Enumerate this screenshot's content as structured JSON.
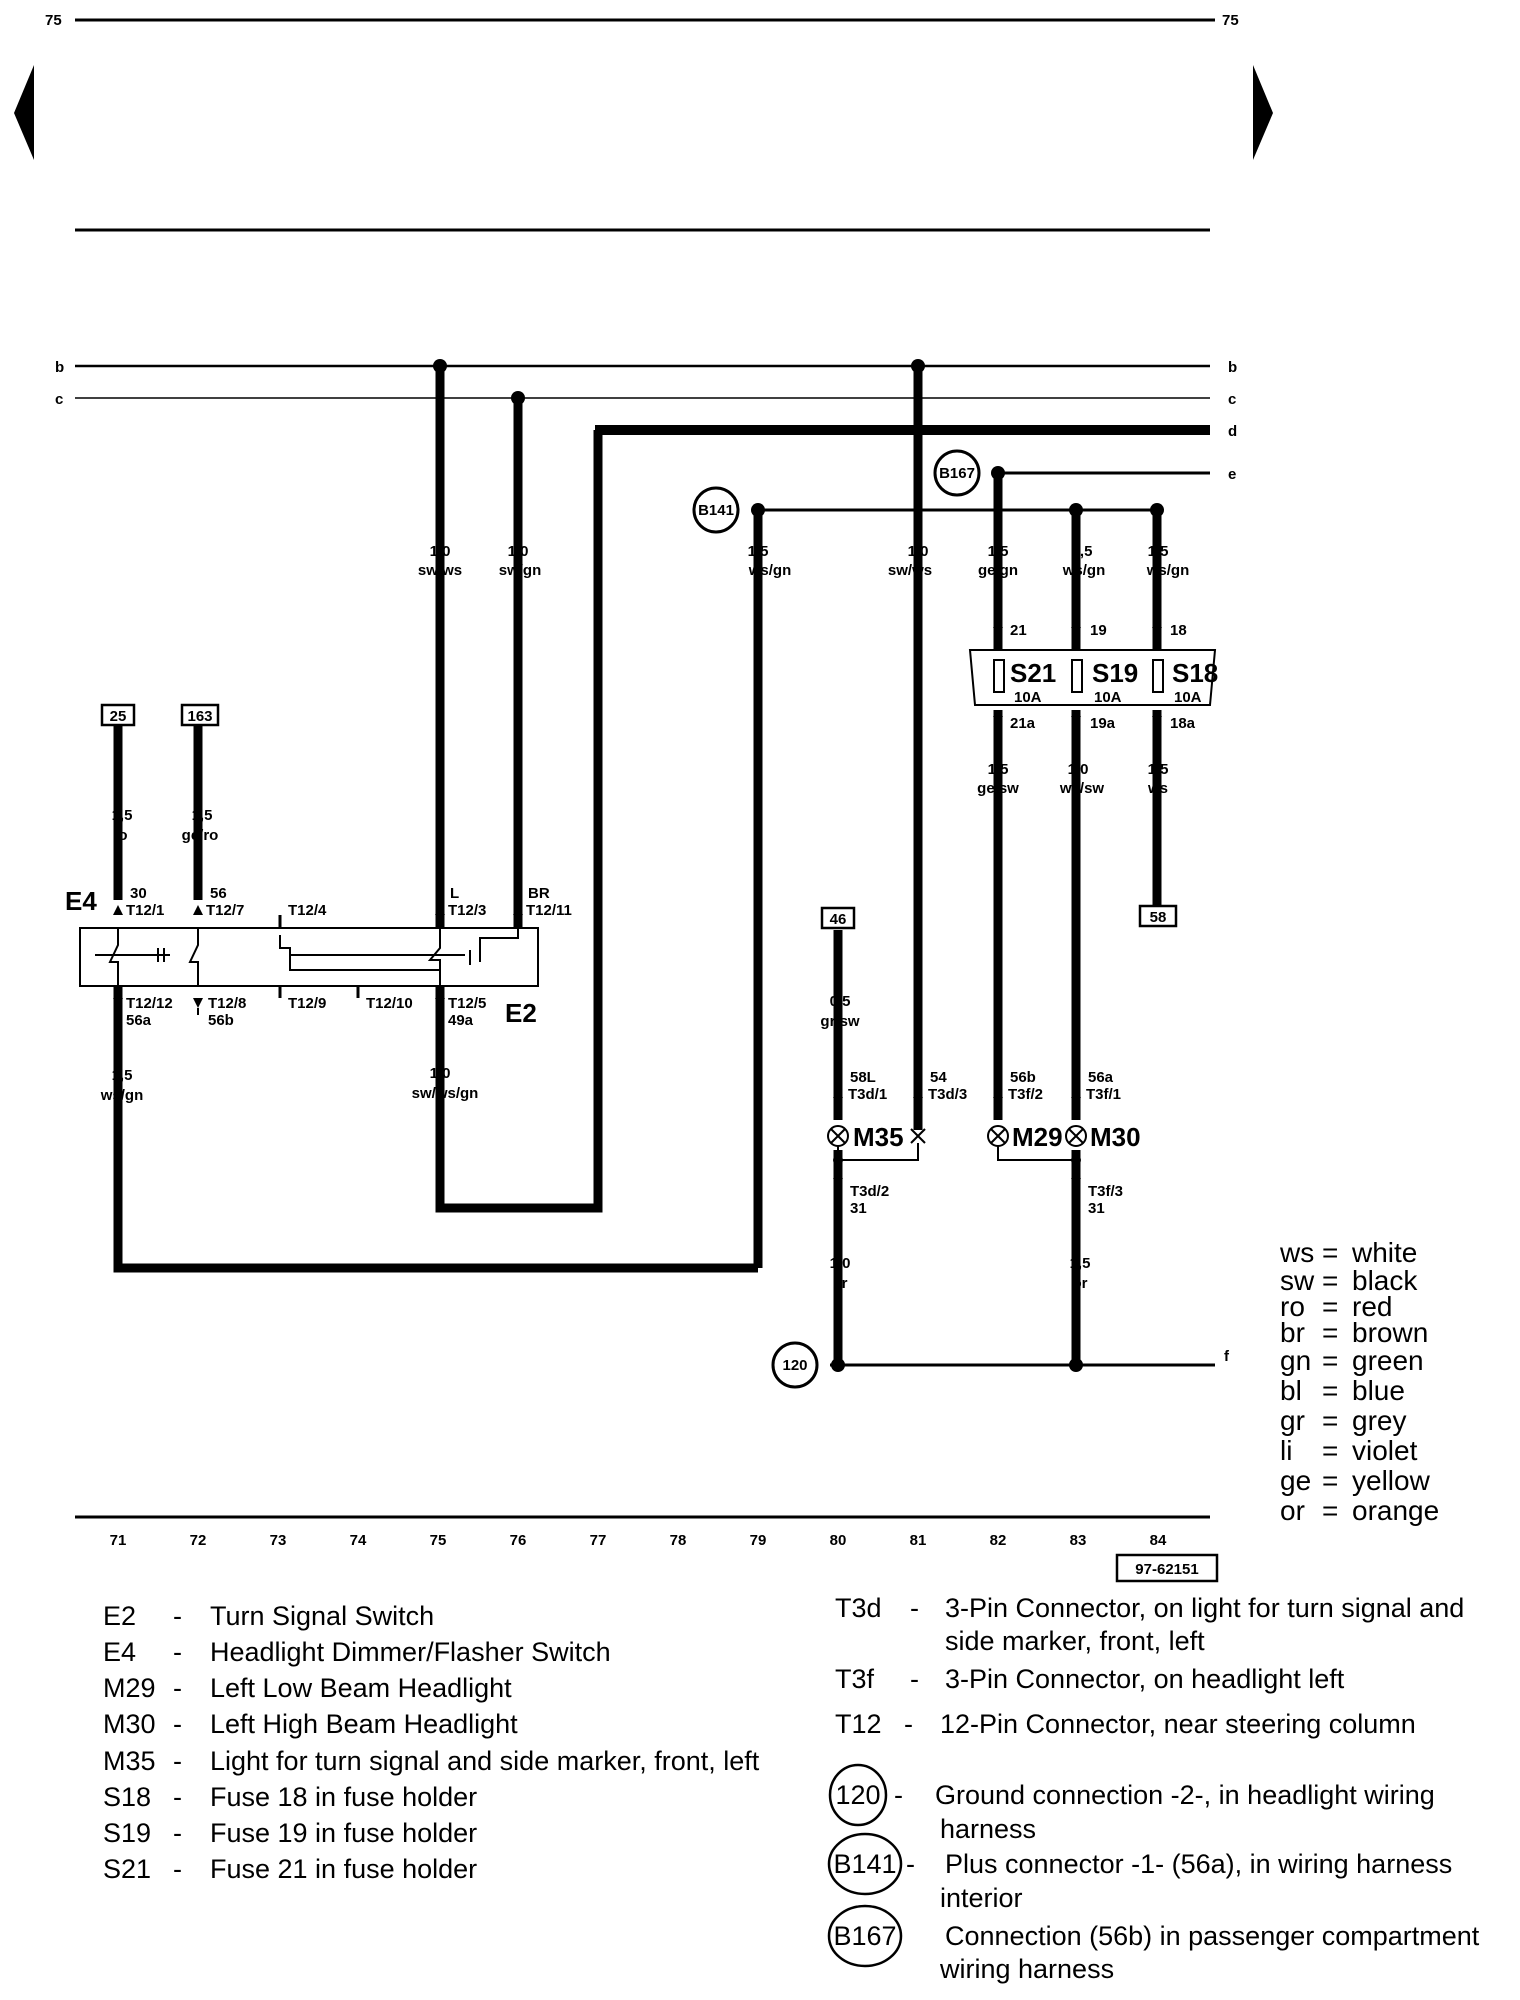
{
  "page": {
    "page_number_left": "75",
    "page_number_right": "75",
    "nav_prev_icon": "triangle-left-icon",
    "nav_next_icon": "triangle-right-icon",
    "figure_id": "97-62151"
  },
  "bus_labels": {
    "b": "b",
    "c": "c",
    "d": "d",
    "e": "e",
    "f": "f"
  },
  "tracks": [
    "71",
    "72",
    "73",
    "74",
    "75",
    "76",
    "77",
    "78",
    "79",
    "80",
    "81",
    "82",
    "83",
    "84"
  ],
  "refs": {
    "r25": "25",
    "r163": "163",
    "r46": "46",
    "r58": "58"
  },
  "nodes": {
    "B141": "B141",
    "B167": "B167",
    "n120": "120"
  },
  "wires": {
    "w75": {
      "size": "1,0",
      "color": "sw/ws"
    },
    "w76": {
      "size": "1,0",
      "color": "sw/gn"
    },
    "w79": {
      "size": "1,5",
      "color": "ws/gn"
    },
    "w81": {
      "size": "1,0",
      "color": "sw/ws"
    },
    "w82top": {
      "size": "1,5",
      "color": "ge/gn"
    },
    "w83top": {
      "size": "1,5",
      "color": "ws/gn"
    },
    "w84top": {
      "size": "1,5",
      "color": "ws/gn"
    },
    "w82bot": {
      "size": "1,5",
      "color": "ge/sw"
    },
    "w83bot": {
      "size": "1,0",
      "color": "ws/sw"
    },
    "w84bot": {
      "size": "1,5",
      "color": "ws"
    },
    "w71top": {
      "size": "1,5",
      "color": "ro"
    },
    "w72top": {
      "size": "1,5",
      "color": "ge/ro"
    },
    "w71bot": {
      "size": "1,5",
      "color": "ws/gn"
    },
    "w75bot": {
      "size": "1,0",
      "color": "sw/ws/gn"
    },
    "w80top": {
      "size": "0,5",
      "color": "gr/sw"
    },
    "w80bot": {
      "size": "1,0",
      "color": "br"
    },
    "w83gnd": {
      "size": "1,5",
      "color": "br"
    }
  },
  "fuses": {
    "s21": {
      "name": "S21",
      "rating": "10A",
      "in": "21",
      "out": "21a"
    },
    "s19": {
      "name": "S19",
      "rating": "10A",
      "in": "19",
      "out": "19a"
    },
    "s18": {
      "name": "S18",
      "rating": "10A",
      "in": "18",
      "out": "18a"
    }
  },
  "switch": {
    "e4": "E4",
    "e2": "E2",
    "pin30": "30",
    "pin30c": "T12/1",
    "pin56": "56",
    "pin56c": "T12/7",
    "t124": "T12/4",
    "pinL": "L",
    "pinLc": "T12/3",
    "pinBR": "BR",
    "pinBRc": "T12/11",
    "t1212": "T12/12",
    "pin56a": "56a",
    "t128": "T12/8",
    "pin56b": "56b",
    "t129": "T12/9",
    "t1210": "T12/10",
    "t125": "T12/5",
    "pin49a": "49a"
  },
  "lamps": {
    "m35": "M35",
    "m29": "M29",
    "m30": "M30",
    "p58L": "58L",
    "t3d1": "T3d/1",
    "p54": "54",
    "t3d3": "T3d/3",
    "p56b": "56b",
    "t3f2": "T3f/2",
    "p56a": "56a",
    "t3f1": "T3f/1",
    "t3d2": "T3d/2",
    "g31a": "31",
    "t3f3": "T3f/3",
    "g31b": "31"
  },
  "color_key": [
    {
      "code": "ws",
      "name": "white"
    },
    {
      "code": "sw",
      "name": "black"
    },
    {
      "code": "ro",
      "name": "red"
    },
    {
      "code": "br",
      "name": "brown"
    },
    {
      "code": "gn",
      "name": "green"
    },
    {
      "code": "bl",
      "name": "blue"
    },
    {
      "code": "gr",
      "name": "grey"
    },
    {
      "code": "li",
      "name": "violet"
    },
    {
      "code": "ge",
      "name": "yellow"
    },
    {
      "code": "or",
      "name": "orange"
    }
  ],
  "legend_left": [
    {
      "code": "E2",
      "desc": "Turn Signal Switch"
    },
    {
      "code": "E4",
      "desc": "Headlight Dimmer/Flasher Switch"
    },
    {
      "code": "M29",
      "desc": "Left Low Beam Headlight"
    },
    {
      "code": "M30",
      "desc": "Left High Beam Headlight"
    },
    {
      "code": "M35",
      "desc": "Light for turn signal and side marker, front, left"
    },
    {
      "code": "S18",
      "desc": "Fuse 18 in fuse holder"
    },
    {
      "code": "S19",
      "desc": "Fuse 19 in fuse holder"
    },
    {
      "code": "S21",
      "desc": "Fuse 21 in fuse holder"
    }
  ],
  "legend_right": [
    {
      "code": "T3d",
      "line1": "3-Pin Connector, on light for turn signal and",
      "line2": "side marker, front, left"
    },
    {
      "code": "T3f",
      "line1": "3-Pin Connector, on headlight left",
      "line2": ""
    },
    {
      "code": "T12",
      "line1": "12-Pin Connector, near steering column",
      "line2": ""
    },
    {
      "code": "120",
      "line1": "Ground connection -2-, in headlight wiring",
      "line2": "harness"
    },
    {
      "code": "B141",
      "line1": "Plus connector -1- (56a), in wiring harness",
      "line2": "interior"
    },
    {
      "code": "B167",
      "line1": "Connection (56b) in passenger compartment",
      "line2": "wiring harness"
    }
  ]
}
